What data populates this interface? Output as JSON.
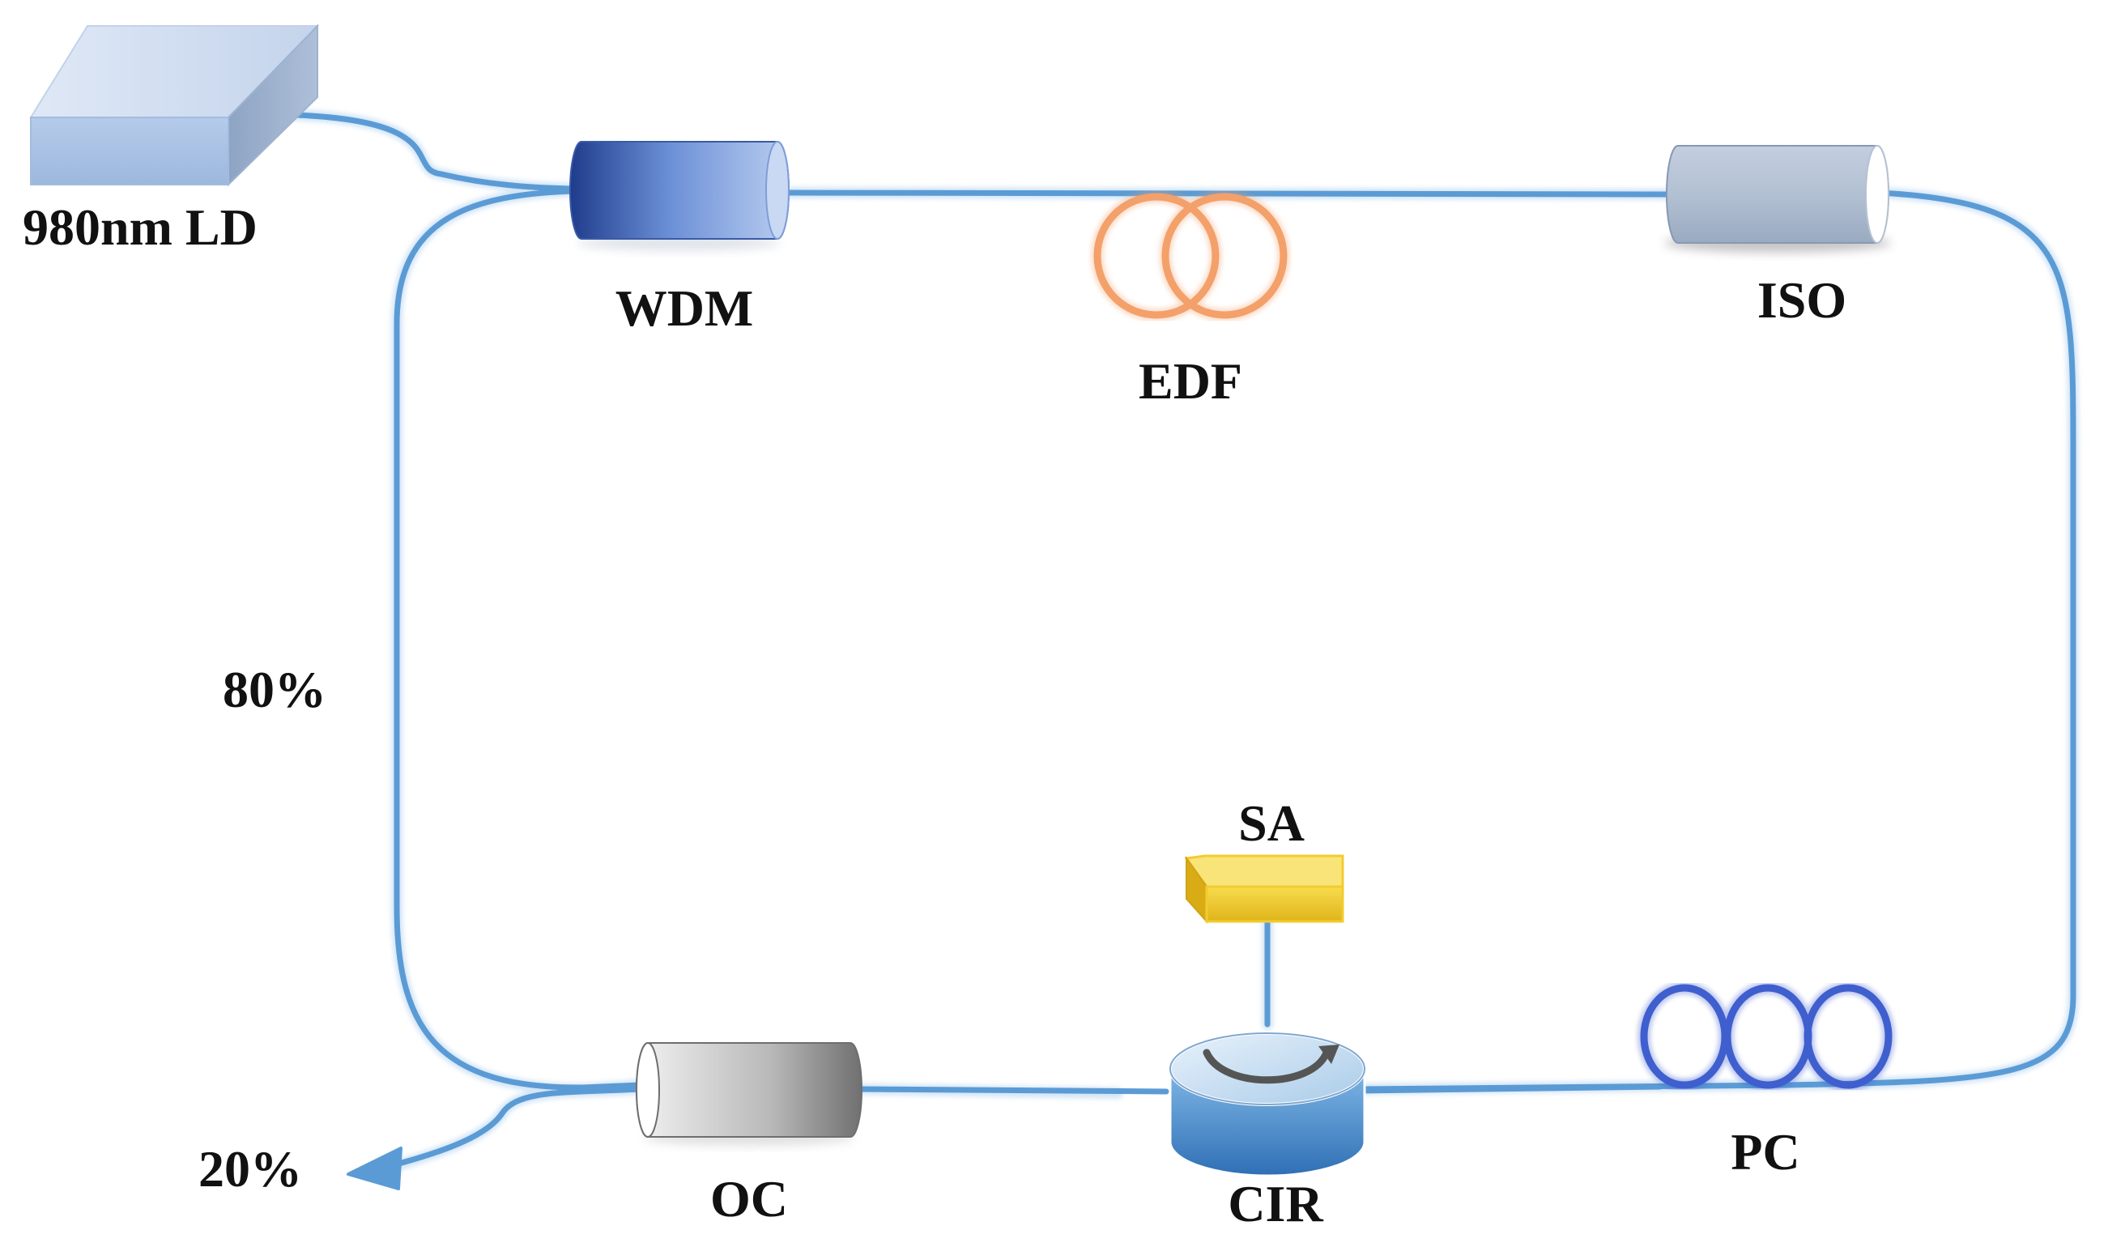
{
  "labels": {
    "laser": "980nm LD",
    "wdm": "WDM",
    "edf": "EDF",
    "iso": "ISO",
    "sa": "SA",
    "cir": "CIR",
    "pc": "PC",
    "oc": "OC",
    "ratio_loop": "80%",
    "ratio_out": "20%"
  },
  "colors": {
    "fiber": "#5b9bd5",
    "edf_coil": "#f4a06a",
    "pc_coil": "#3f5fcf",
    "sa_block": "#f2cc2e",
    "laser_block": "#a9c2e6",
    "iso_body": "#aebdd0",
    "oc_body": "#b0b0b0",
    "cir_body": "#5a9fd8"
  },
  "icons": {
    "laser": "laser-diode-box",
    "wdm": "wdm-coupler-cylinder",
    "edf": "fiber-coil-icon",
    "iso": "isolator-cylinder",
    "sa": "saturable-absorber-block",
    "cir": "circulator-drum",
    "pc": "polarization-controller-loops",
    "oc": "output-coupler-cylinder",
    "output": "arrow-left-icon"
  }
}
